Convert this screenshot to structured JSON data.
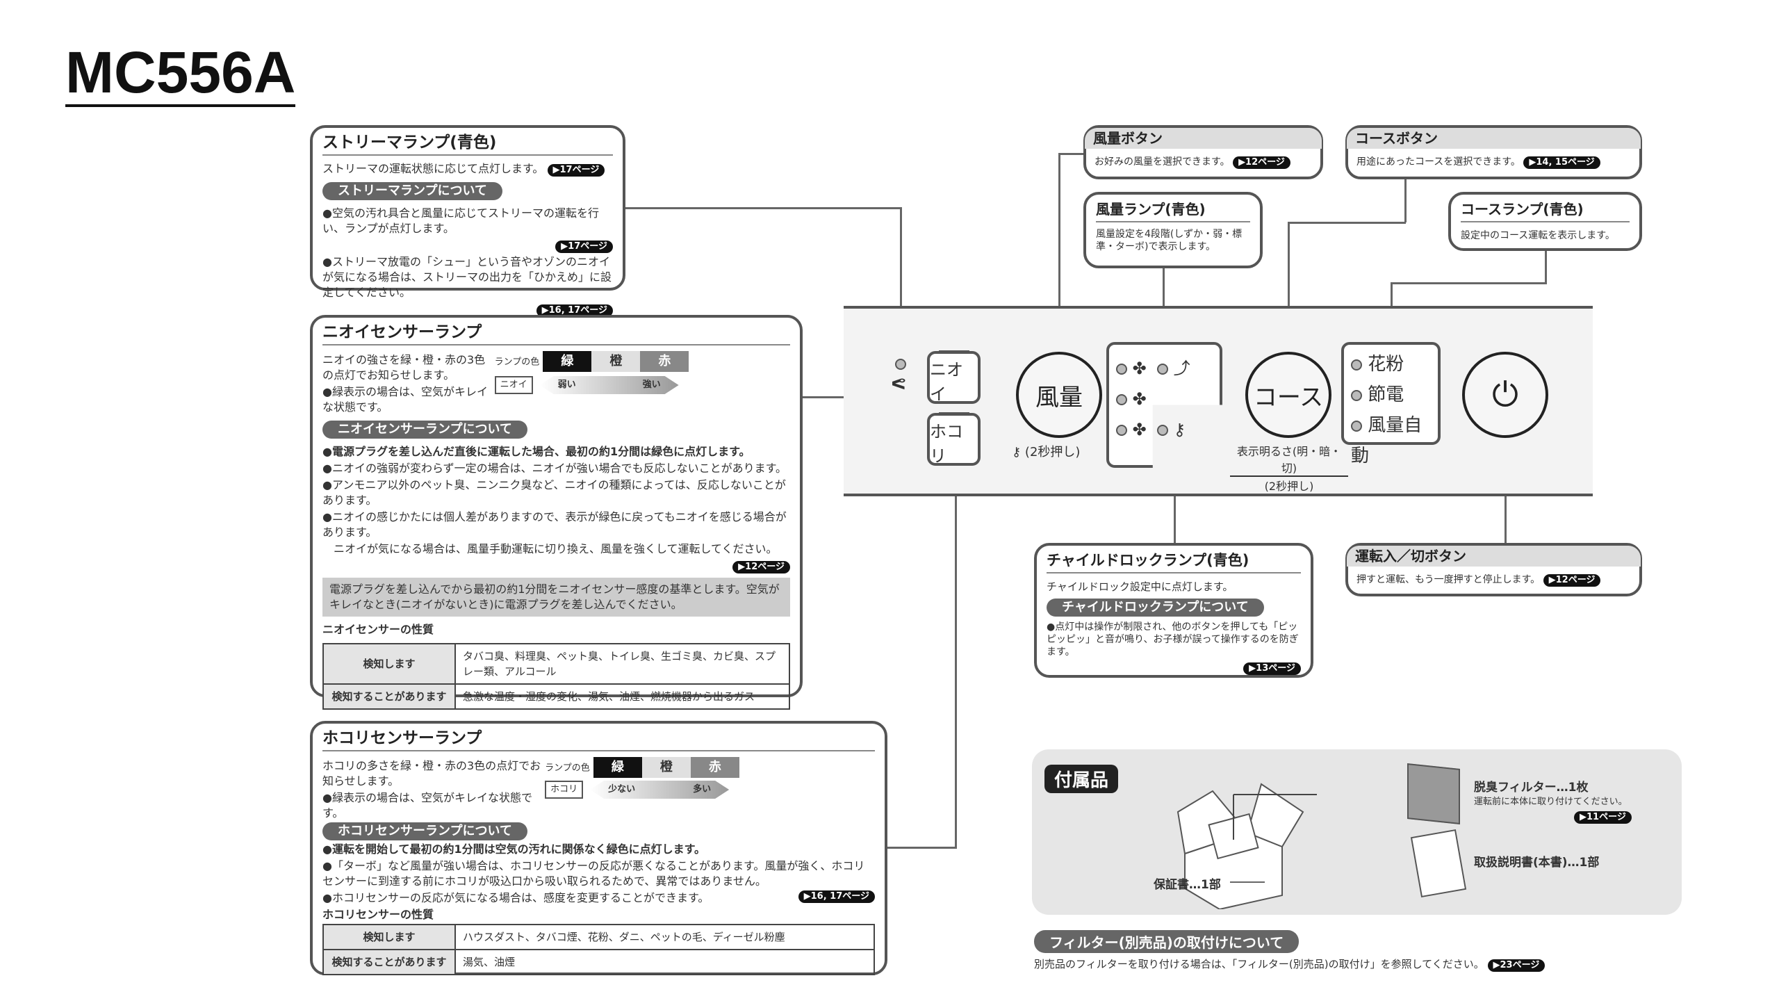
{
  "title": "MC556A",
  "streamer": {
    "heading": "ストリーマランプ(青色)",
    "desc": "ストリーマの運転状態に応じて点灯します。",
    "desc_ref": "▶17ページ",
    "about": "ストリーマランプについて",
    "bullet1": "●空気の汚れ具合と風量に応じてストリーマの運転を行い、ランプが点灯します。",
    "bullet1_ref": "▶17ページ",
    "bullet2": "●ストリーマ放電の「シュー」という音やオゾンのニオイが気になる場合は、ストリーマの出力を「ひかえめ」に設定してください。",
    "bullet2_ref": "▶16, 17ページ"
  },
  "odor": {
    "heading": "ニオイセンサーランプ",
    "desc": "ニオイの強さを緑・橙・赤の3色の点灯でお知らせします。",
    "lamp_color_label": "ランプの色",
    "colors": [
      "緑",
      "橙",
      "赤"
    ],
    "green_note": "●緑表示の場合は、空気がキレイな状態です。",
    "scale_tag": "ニオイ",
    "scale_low": "弱い",
    "scale_high": "強い",
    "about": "ニオイセンサーランプについて",
    "bullets": [
      "●電源プラグを差し込んだ直後に運転した場合、最初の約1分間は緑色に点灯します。",
      "●ニオイの強弱が変わらず一定の場合は、ニオイが強い場合でも反応しないことがあります。",
      "●アンモニア以外のペット臭、ニンニク臭など、ニオイの種類によっては、反応しないことがあります。",
      "●ニオイの感じかたには個人差がありますので、表示が緑色に戻ってもニオイを感じる場合があります。",
      "ニオイが気になる場合は、風量手動運転に切り換え、風量を強くして運転してください。"
    ],
    "ref": "▶12ページ",
    "note": "電源プラグを差し込んでから最初の約1分間をニオイセンサー感度の基準とします。空気がキレイなとき(ニオイがないとき)に電源プラグを差し込んでください。",
    "props_heading": "ニオイセンサーの性質",
    "table": [
      [
        "検知します",
        "タバコ臭、料理臭、ペット臭、トイレ臭、生ゴミ臭、カビ臭、スプレー類、アルコール"
      ],
      [
        "検知することがあります",
        "急激な温度・湿度の変化、湯気、油煙、燃焼機器から出るガス"
      ]
    ]
  },
  "dust": {
    "heading": "ホコリセンサーランプ",
    "desc": "ホコリの多さを緑・橙・赤の3色の点灯でお知らせします。",
    "lamp_color_label": "ランプの色",
    "colors": [
      "緑",
      "橙",
      "赤"
    ],
    "green_note": "●緑表示の場合は、空気がキレイな状態です。",
    "scale_tag": "ホコリ",
    "scale_low": "少ない",
    "scale_high": "多い",
    "about": "ホコリセンサーランプについて",
    "bullets": [
      "●運転を開始して最初の約1分間は空気の汚れに関係なく緑色に点灯します。",
      "●「ターボ」など風量が強い場合は、ホコリセンサーの反応が悪くなることがあります。風量が強く、ホコリセンサーに到達する前にホコリが吸込口から吸い取られるためで、異常ではありません。",
      "●ホコリセンサーの反応が気になる場合は、感度を変更することができます。"
    ],
    "ref": "▶16, 17ページ",
    "props_heading": "ホコリセンサーの性質",
    "table": [
      [
        "検知します",
        "ハウスダスト、タバコ煙、花粉、ダニ、ペットの毛、ディーゼル粉塵"
      ],
      [
        "検知することがあります",
        "湯気、油煙"
      ]
    ]
  },
  "fan_button": {
    "heading": "風量ボタン",
    "desc": "お好みの風量を選択できます。",
    "ref": "▶12ページ"
  },
  "course_button": {
    "heading": "コースボタン",
    "desc": "用途にあったコースを選択できます。",
    "ref": "▶14, 15ページ"
  },
  "fan_lamp": {
    "heading": "風量ランプ(青色)",
    "desc": "風量設定を4段階(しずか・弱・標準・ターボ)で表示します。"
  },
  "course_lamp": {
    "heading": "コースランプ(青色)",
    "desc": "設定中のコース運転を表示します。"
  },
  "panel": {
    "odor": "ニオイ",
    "dust": "ホコリ",
    "fan": "風量",
    "fan_hold": "(2秒押し)",
    "course": "コース",
    "brightness": "表示明るさ(明・暗・切)",
    "brightness_hold": "(2秒押し)",
    "courses": [
      "花粉",
      "節電",
      "風量自動"
    ]
  },
  "child_lock": {
    "heading": "チャイルドロックランプ(青色)",
    "desc": "チャイルドロック設定中に点灯します。",
    "about": "チャイルドロックランプについて",
    "bullet": "●点灯中は操作が制限され、他のボタンを押しても「ピッピッピッ」と音が鳴り、お子様が誤って操作するのを防ぎます。",
    "ref": "▶13ページ"
  },
  "power": {
    "heading": "運転入／切ボタン",
    "desc": "押すと運転、もう一度押すと停止します。",
    "ref": "▶12ページ"
  },
  "accessories": {
    "heading": "付属品",
    "filter": "脱臭フィルター…1枚",
    "filter_note": "運転前に本体に取り付けてください。",
    "filter_ref": "▶11ページ",
    "manual": "取扱説明書(本書)…1部",
    "warranty": "保証書…1部"
  },
  "optional_filter": {
    "heading": "フィルター(別売品)の取付けについて",
    "desc": "別売品のフィルターを取り付ける場合は、「フィルター(別売品)の取付け」を参照してください。",
    "ref": "▶23ページ"
  }
}
